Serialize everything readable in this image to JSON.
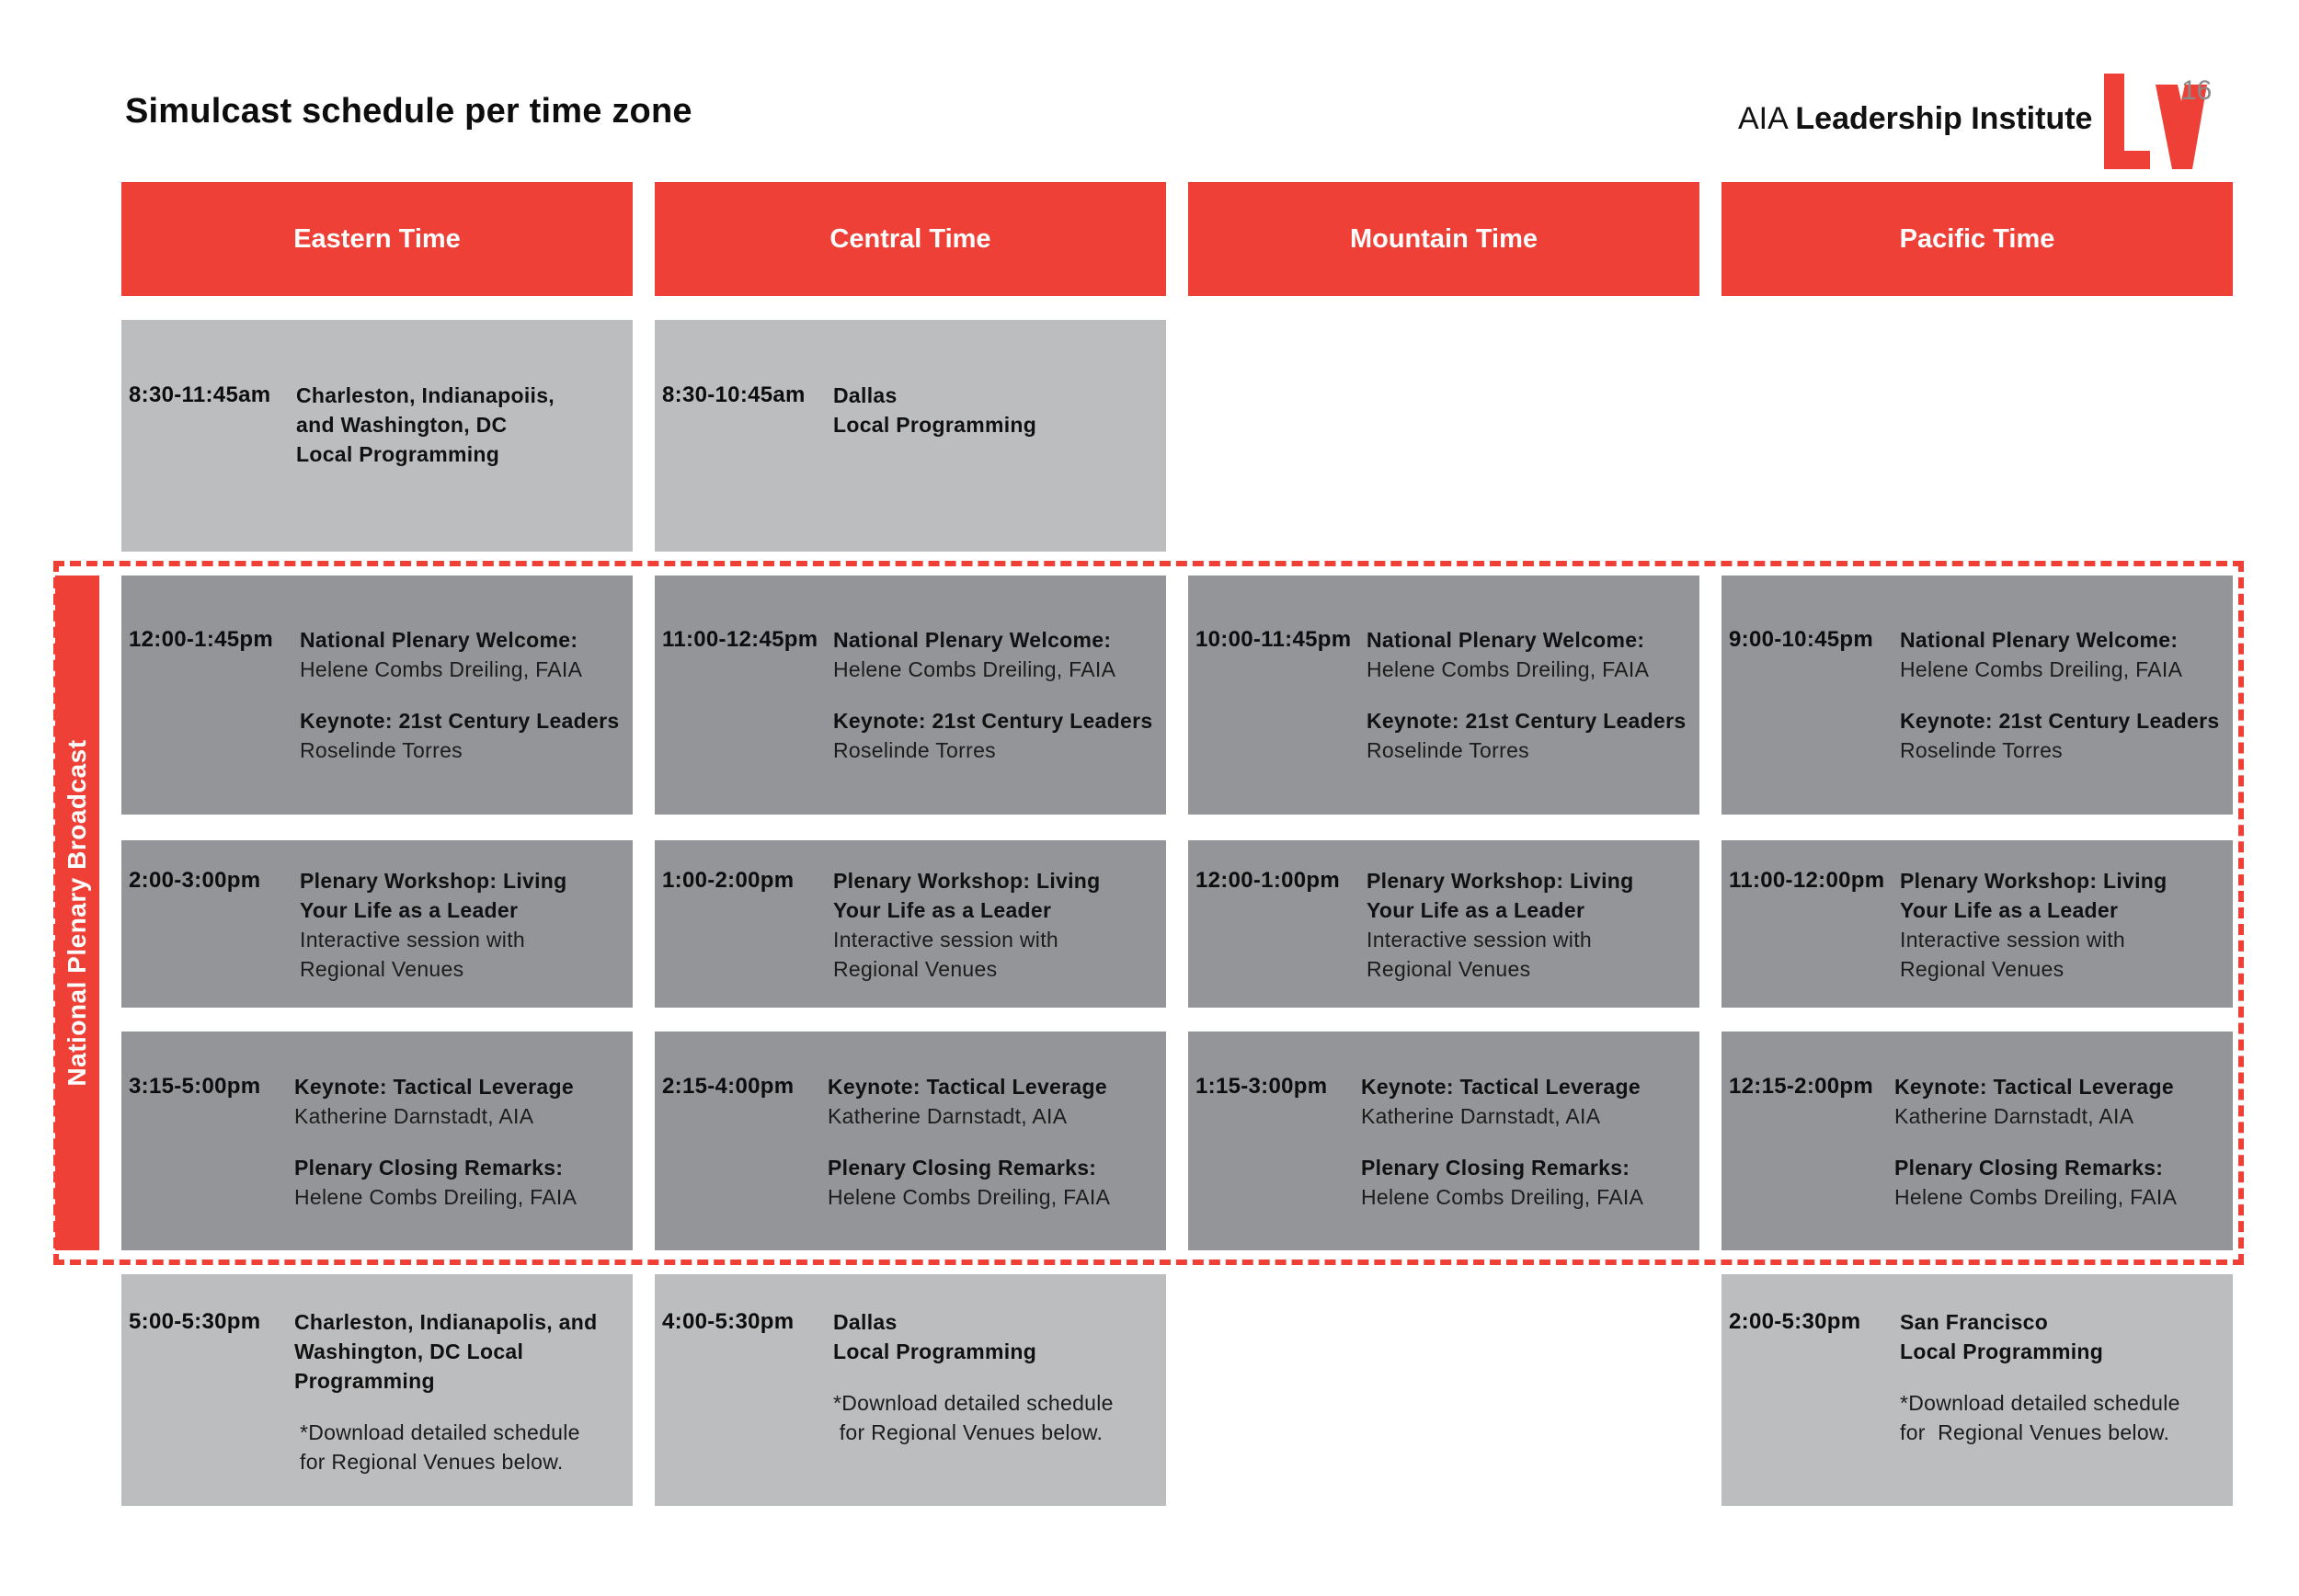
{
  "header": {
    "title": "Simulcast schedule per time zone",
    "brand_org": "AIA",
    "brand_name": "Leadership Institute",
    "logo_year": "16",
    "accent_color": "#ee4036"
  },
  "columns": [
    {
      "label": "Eastern Time"
    },
    {
      "label": "Central Time"
    },
    {
      "label": "Mountain Time"
    },
    {
      "label": "Pacific Time"
    }
  ],
  "broadcast_label": "National Plenary Broadcast",
  "rows": {
    "morning": [
      {
        "time": "8:30-11:45am",
        "lines": [
          "Charleston, Indianapoiis,",
          "and Washington, DC",
          "Local Programming"
        ]
      },
      {
        "time": "8:30-10:45am",
        "lines": [
          "Dallas",
          "Local Programming"
        ]
      }
    ],
    "welcome": [
      {
        "time": "12:00-1:45pm",
        "title": "National Plenary Welcome:",
        "speaker": "Helene Combs Dreiling, FAIA",
        "keynote": "Keynote: 21st Century Leaders",
        "keynote_speaker": "Roselinde Torres"
      },
      {
        "time": "11:00-12:45pm",
        "title": "National Plenary Welcome:",
        "speaker": "Helene Combs Dreiling, FAIA",
        "keynote": "Keynote: 21st Century Leaders",
        "keynote_speaker": "Roselinde Torres"
      },
      {
        "time": "10:00-11:45pm",
        "title": "National Plenary Welcome:",
        "speaker": "Helene Combs Dreiling, FAIA",
        "keynote": "Keynote: 21st Century Leaders",
        "keynote_speaker": "Roselinde Torres"
      },
      {
        "time": "9:00-10:45pm",
        "title": "National Plenary Welcome:",
        "speaker": "Helene Combs Dreiling, FAIA",
        "keynote": "Keynote: 21st Century Leaders",
        "keynote_speaker": "Roselinde Torres"
      }
    ],
    "workshop": [
      {
        "time": "2:00-3:00pm",
        "title1": "Plenary Workshop: Living",
        "title2": "Your Life as a Leader",
        "sub1": "Interactive session with",
        "sub2": "Regional Venues"
      },
      {
        "time": "1:00-2:00pm",
        "title1": "Plenary Workshop: Living",
        "title2": "Your Life as a Leader",
        "sub1": "Interactive session with",
        "sub2": "Regional Venues"
      },
      {
        "time": "12:00-1:00pm",
        "title1": "Plenary Workshop: Living",
        "title2": "Your Life as a Leader",
        "sub1": "Interactive session with",
        "sub2": "Regional Venues"
      },
      {
        "time": "11:00-12:00pm",
        "title1": "Plenary Workshop: Living",
        "title2": "Your Life as a Leader",
        "sub1": "Interactive session with",
        "sub2": "Regional Venues"
      }
    ],
    "closing": [
      {
        "time": "3:15-5:00pm",
        "keynote": "Keynote: Tactical Leverage",
        "keynote_speaker": "Katherine Darnstadt, AIA",
        "closing": "Plenary Closing Remarks:",
        "closing_speaker": "Helene Combs Dreiling, FAIA"
      },
      {
        "time": "2:15-4:00pm",
        "keynote": "Keynote: Tactical Leverage",
        "keynote_speaker": "Katherine Darnstadt, AIA",
        "closing": "Plenary Closing Remarks:",
        "closing_speaker": "Helene Combs Dreiling, FAIA"
      },
      {
        "time": "1:15-3:00pm",
        "keynote": "Keynote: Tactical Leverage",
        "keynote_speaker": "Katherine Darnstadt, AIA",
        "closing": "Plenary Closing Remarks:",
        "closing_speaker": "Helene Combs Dreiling, FAIA"
      },
      {
        "time": "12:15-2:00pm",
        "keynote": "Keynote: Tactical Leverage",
        "keynote_speaker": "Katherine Darnstadt, AIA",
        "closing": "Plenary Closing Remarks:",
        "closing_speaker": "Helene Combs Dreiling, FAIA"
      }
    ],
    "evening": {
      "eastern": {
        "time": "5:00-5:30pm",
        "lines": [
          "Charleston, Indianapolis, and",
          "Washington, DC Local",
          "Programming"
        ],
        "note": [
          "*Download detailed schedule",
          "for Regional Venues below."
        ]
      },
      "central": {
        "time": "4:00-5:30pm",
        "lines": [
          "Dallas",
          "Local Programming"
        ],
        "note": [
          "*Download detailed schedule",
          " for Regional Venues below."
        ]
      },
      "pacific": {
        "time": "2:00-5:30pm",
        "lines": [
          "San Francisco",
          "Local Programming"
        ],
        "note": [
          "*Download detailed schedule",
          "for  Regional Venues below."
        ]
      }
    }
  }
}
